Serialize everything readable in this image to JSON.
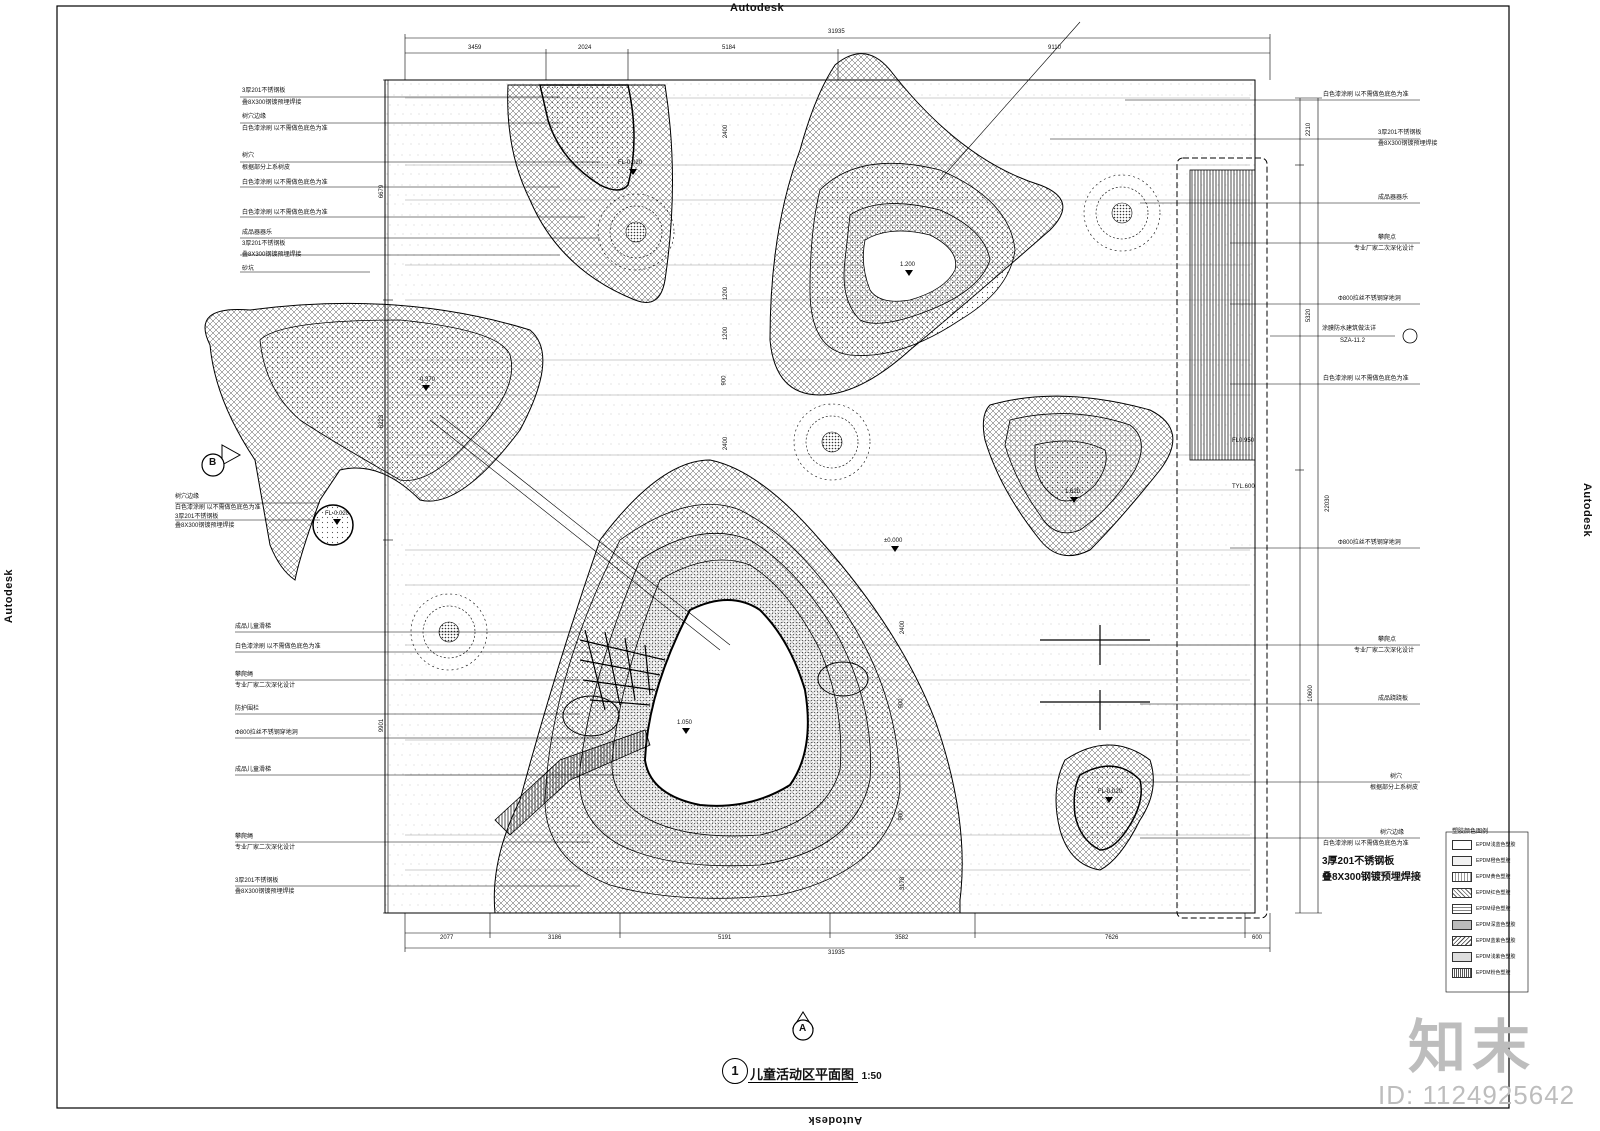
{
  "frame": {
    "label": "Autodesk"
  },
  "plan": {
    "title": "儿童活动区平面图",
    "scale": "1:50",
    "number": "1",
    "section_a": "A",
    "section_b": "B"
  },
  "dims": {
    "top_total": "31935",
    "top": [
      "3459",
      "2024",
      "5184",
      "9110"
    ],
    "bottom_total": "31935",
    "bottom": [
      "2077",
      "3186",
      "5191",
      "3582",
      "7626",
      "600"
    ],
    "right_outer": [
      "2210",
      "5320",
      "10600",
      "22030"
    ],
    "left_outer": [
      "6679",
      "6223",
      "9901"
    ],
    "inner": [
      "2400",
      "1200",
      "1200",
      "900",
      "2400",
      "2400",
      "900",
      "900",
      "3178"
    ]
  },
  "elevations": [
    "FL-0.020",
    "-0.370",
    "±0.000",
    "1.200",
    "1.050",
    "1.620",
    "FL-0.020",
    "FL-0.020",
    "TYL.600",
    "FL0.950"
  ],
  "annotations_left": [
    "3厚201不锈钢板",
    "叠8X300钢镀预埋焊接",
    "树穴边缘",
    "白色漆涂刷 以不需做色底色为准",
    "树穴",
    "根据部分上系树皮",
    "白色漆涂刷 以不需做色底色为准",
    "白色漆涂刷 以不需做色底色为准",
    "成品器器乐",
    "3厚201不锈钢板",
    "叠8X300钢镀预埋焊接",
    "砂坑"
  ],
  "annotations_left_mid": [
    "树穴边缘",
    "白色漆涂刷 以不需做色底色为准",
    "3厚201不锈钢板",
    "叠8X300钢镀预埋焊接"
  ],
  "annotations_left_low": [
    "成品儿童滑梯",
    "白色漆涂刷 以不需做色底色为准",
    "攀爬绳",
    "专业厂家二次深化设计",
    "防护围栏",
    "Φ800拉丝不锈钢穿地洞",
    "成品儿童滑梯",
    "攀爬绳",
    "专业厂家二次深化设计",
    "3厚201不锈钢板",
    "叠8X300钢镀预埋焊接"
  ],
  "annotations_right": [
    "白色漆涂刷 以不需做色底色为准",
    "3厚201不锈钢板",
    "叠8X300钢镀预埋焊接",
    "成品器器乐",
    "攀爬点",
    "专业厂家二次深化设计",
    "Φ800拉丝不锈钢穿地洞",
    "涂膜防水建筑做法详",
    "SZA-11.2",
    "白色漆涂刷 以不需做色底色为准",
    "Φ800拉丝不锈钢穿地洞",
    "攀爬点",
    "专业厂家二次深化设计",
    "成品跷跷板",
    "树穴",
    "根据部分上系树皮",
    "树穴边缘",
    "白色漆涂刷 以不需做色底色为准"
  ],
  "big_note": {
    "line1": "3厚201不锈钢板",
    "line2": "叠8X300钢镀预埋焊接"
  },
  "legend": {
    "title": "塑胶颜色图例",
    "items": [
      "EPDM浅蓝色塑胶",
      "EPDM橙色塑胶",
      "EPDM黄色塑胶",
      "EPDM红色塑胶",
      "EPDM绿色塑胶",
      "EPDM深蓝色塑胶",
      "EPDM蓝紫色塑胶",
      "EPDM浅紫色塑胶",
      "EPDM粉色塑胶"
    ]
  },
  "watermark": {
    "logo": "知末",
    "id": "ID: 1124925642"
  }
}
